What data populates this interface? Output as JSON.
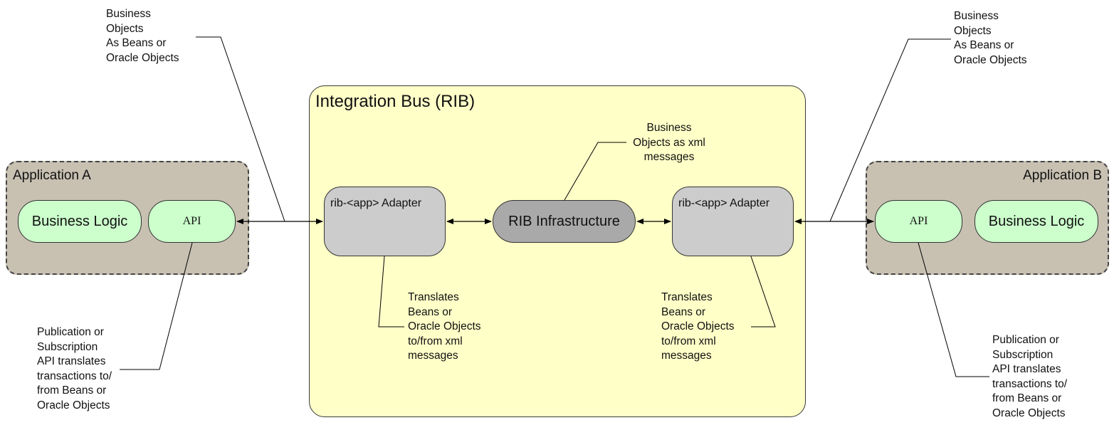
{
  "bus": {
    "title": "Integration Bus (RIB)"
  },
  "app_a": {
    "title": "Application A",
    "logic_label": "Business Logic",
    "api_label": "API"
  },
  "app_b": {
    "title": "Application B",
    "logic_label": "Business Logic",
    "api_label": "API"
  },
  "adapter_left": {
    "label": "rib-<app> Adapter"
  },
  "adapter_right": {
    "label": "rib-<app> Adapter"
  },
  "infrastructure": {
    "label": "RIB Infrastructure"
  },
  "notes": {
    "top_left": [
      "Business",
      "Objects",
      "As Beans or",
      "Oracle Objects"
    ],
    "top_right": [
      "Business",
      "Objects",
      "As Beans or",
      "Oracle Objects"
    ],
    "xml_messages": [
      "Business",
      "Objects as xml",
      "messages"
    ],
    "translate_left": [
      "Translates",
      "Beans or",
      "Oracle Objects",
      "to/from xml",
      "messages"
    ],
    "translate_right": [
      "Translates",
      "Beans or",
      "Oracle Objects",
      "to/from xml",
      "messages"
    ],
    "api_left": [
      "Publication or",
      "Subscription",
      "API translates",
      "transactions to/",
      "from Beans or",
      "Oracle Objects"
    ],
    "api_right": [
      "Publication or",
      "Subscription",
      "API translates",
      "transactions to/",
      "from Beans or",
      "Oracle Objects"
    ]
  },
  "colors": {
    "bus_fill": "#ffffc8",
    "app_fill": "#c8c1b2",
    "pill_fill": "#ccffcc",
    "adapter_fill": "#cccccc",
    "infrastructure_fill": "#a9a9a9"
  }
}
